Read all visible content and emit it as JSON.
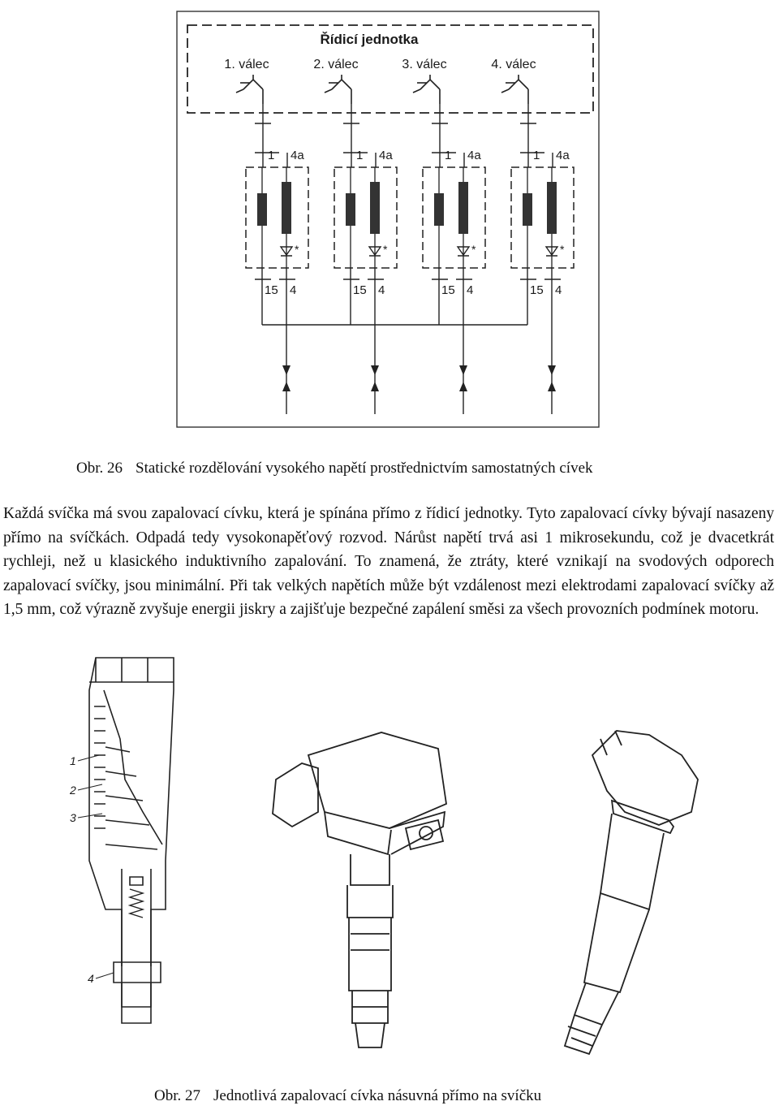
{
  "schematic": {
    "control_unit_label": "Řídicí jednotka",
    "cylinders": [
      {
        "label": "1. válec",
        "terminal_in": "1",
        "terminal_out": "4a",
        "terminal_b1": "15",
        "terminal_b2": "4",
        "diode_mark": "*"
      },
      {
        "label": "2. válec",
        "terminal_in": "1",
        "terminal_out": "4a",
        "terminal_b1": "15",
        "terminal_b2": "4",
        "diode_mark": "*"
      },
      {
        "label": "3. válec",
        "terminal_in": "1",
        "terminal_out": "4a",
        "terminal_b1": "15",
        "terminal_b2": "4",
        "diode_mark": "*"
      },
      {
        "label": "4. válec",
        "terminal_in": "1",
        "terminal_out": "4a",
        "terminal_b1": "15",
        "terminal_b2": "4",
        "diode_mark": "*"
      }
    ]
  },
  "figure26": {
    "number": "Obr. 26",
    "title": "Statické rozdělování vysokého napětí prostřednictvím samostatných cívek"
  },
  "body_text": "Každá svíčka má svou zapalovací cívku, která je spínána přímo z řídicí jednotky. Tyto zapalovací cívky bývají nasazeny přímo na svíčkách. Odpadá tedy vysokonapěťový rozvod. Nárůst napětí trvá asi 1 mikrosekundu, což je dvacetkrát rychleji, než u klasického induktivního zapalování. To znamená, že ztráty, které vznikají na svodových odporech zapalovací svíčky, jsou minimální. Při tak velkých napětích může být vzdálenost mezi elektrodami zapalovací svíčky až 1,5 mm, což výrazně zvyšuje energii jiskry a zajišťuje bezpečné zapálení směsi za všech provozních podmínek motoru.",
  "photo_callouts": [
    "1",
    "2",
    "3",
    "4"
  ],
  "figure27": {
    "number": "Obr. 27",
    "title": "Jednotlivá zapalovací cívka násuvná přímo na svíčku"
  }
}
